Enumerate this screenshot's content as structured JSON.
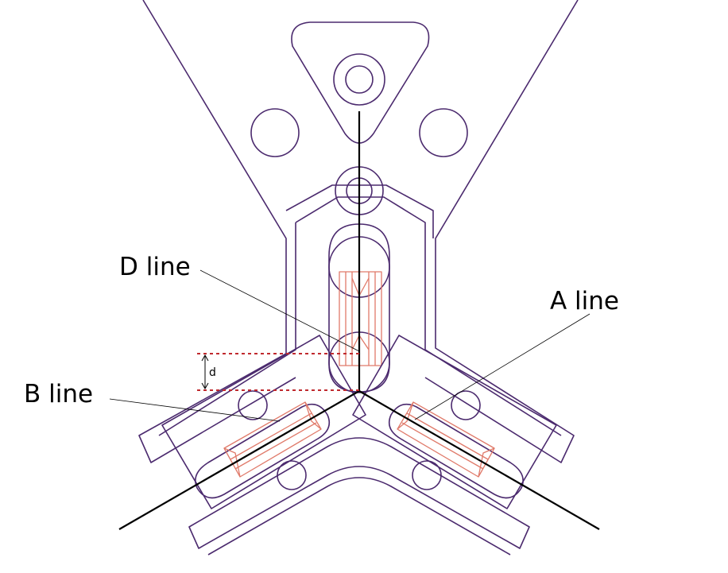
{
  "labels": {
    "d_line": "D line",
    "a_line": "A line",
    "b_line": "B line",
    "d_dimension": "d"
  },
  "colors": {
    "outline": "#4b2a6e",
    "axis": "#000000",
    "roller": "#e07a6a",
    "dotted_reference": "#c0292e"
  }
}
